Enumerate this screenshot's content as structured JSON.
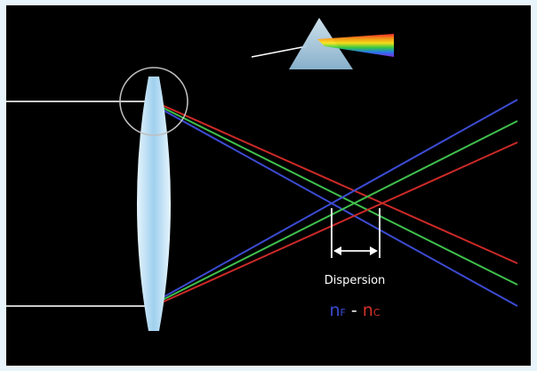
{
  "labels": {
    "dispersion": "Dispersion",
    "formula": {
      "n_f_main": "n",
      "n_f_sub": "F",
      "separator": " - ",
      "n_c_main": "n",
      "n_c_sub": "C"
    }
  },
  "colors": {
    "page_border": "#e8f4fb",
    "background": "#000000",
    "incident_ray": "#e6e6e6",
    "blue_ray": "#3c4bd2",
    "green_ray": "#3fbf4c",
    "red_ray": "#cc2a28",
    "lens_edge": "#dff0fb",
    "lens_center": "#9fd0ee",
    "magnifier_circle": "#bfbfbf",
    "dispersion_marker": "#ffffff",
    "formula_blue": "#3c4bd2",
    "formula_red": "#d4322c"
  },
  "icons": {
    "lens": "biconvex-lens-icon",
    "prism": "prism-rainbow-icon",
    "magnifier": "magnifier-circle-icon"
  }
}
